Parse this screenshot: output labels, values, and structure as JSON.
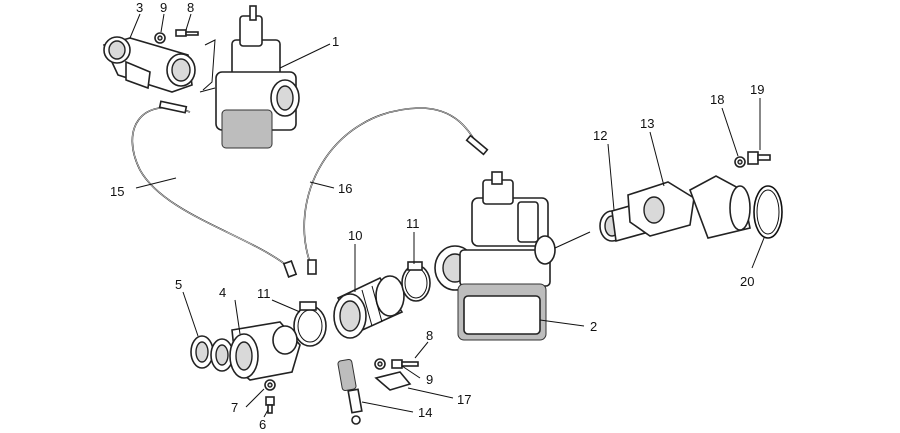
{
  "callouts": {
    "c1": "1",
    "c2": "2",
    "c3": "3",
    "c4": "4",
    "c5": "5",
    "c6": "6",
    "c7": "7",
    "c8a": "8",
    "c8b": "8",
    "c9a": "9",
    "c9b": "9",
    "c10": "10",
    "c11a": "11",
    "c11b": "11",
    "c12": "12",
    "c13": "13",
    "c14": "14",
    "c15": "15",
    "c16": "16",
    "c17": "17",
    "c18": "18",
    "c19": "19",
    "c20": "20"
  }
}
